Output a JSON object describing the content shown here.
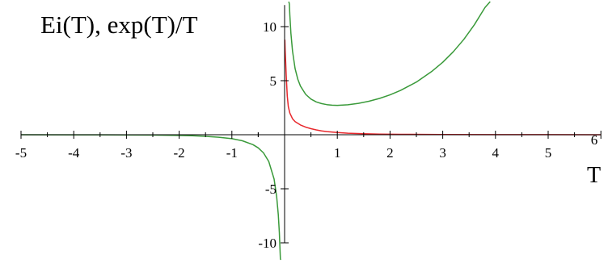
{
  "chart_data": {
    "type": "line",
    "title": "Ei(T), exp(T)/T",
    "xlabel": "T",
    "ylabel": "",
    "xlim": [
      -5,
      6
    ],
    "ylim": [
      -10,
      12
    ],
    "x_ticks": [
      -5,
      -4,
      -3,
      -2,
      -1,
      1,
      2,
      3,
      4,
      5,
      6
    ],
    "y_ticks": [
      -10,
      -5,
      5,
      10
    ],
    "grid": false,
    "legend": "none",
    "series": [
      {
        "color": "#3a9a3a",
        "segments": [
          {
            "x": [
              -5,
              -4,
              -3,
              -2.5,
              -2,
              -1.75,
              -1.5,
              -1.25,
              -1,
              -0.8,
              -0.6,
              -0.5,
              -0.4,
              -0.3,
              -0.2,
              -0.15,
              -0.12,
              -0.1,
              -0.08,
              -0.07
            ],
            "y": [
              -0.0013,
              -0.0046,
              -0.0166,
              -0.0328,
              -0.0677,
              -0.0994,
              -0.1488,
              -0.2291,
              -0.3679,
              -0.5617,
              -0.9146,
              -1.2131,
              -1.6758,
              -2.4694,
              -4.0937,
              -5.7388,
              -7.3854,
              -9.0484,
              -11.5,
              -13.3
            ]
          },
          {
            "x": [
              0.08,
              0.09,
              0.1,
              0.12,
              0.15,
              0.2,
              0.25,
              0.3,
              0.4,
              0.5,
              0.6,
              0.7,
              0.8,
              0.9,
              1,
              1.2,
              1.4,
              1.6,
              1.8,
              2,
              2.2,
              2.5,
              2.8,
              3,
              3.2,
              3.4,
              3.6,
              3.8,
              3.9
            ],
            "y": [
              13.5,
              12.1,
              11.05,
              9.39,
              7.74,
              6.11,
              5.14,
              4.5,
              3.73,
              3.3,
              3.04,
              2.88,
              2.78,
              2.73,
              2.72,
              2.77,
              2.9,
              3.1,
              3.36,
              3.69,
              4.1,
              4.87,
              5.89,
              6.7,
              7.67,
              8.82,
              10.17,
              11.76,
              12.65
            ]
          }
        ]
      },
      {
        "color": "#e8282d",
        "segments": [
          {
            "x": [
              0.005,
              0.01,
              0.02,
              0.03,
              0.05,
              0.07,
              0.1,
              0.15,
              0.2,
              0.3,
              0.4,
              0.5,
              0.6,
              0.7,
              0.8,
              1,
              1.2,
              1.5,
              1.8,
              2.2,
              3,
              4,
              5,
              6
            ],
            "y": [
              8.8,
              7.8,
              6.8,
              5.5,
              3.6,
              2.6,
              2.0,
              1.48,
              1.22,
              0.9,
              0.7,
              0.56,
              0.45,
              0.36,
              0.29,
              0.2,
              0.14,
              0.09,
              0.06,
              0.04,
              0.02,
              0.01,
              0.005,
              0.002
            ]
          }
        ]
      }
    ]
  }
}
